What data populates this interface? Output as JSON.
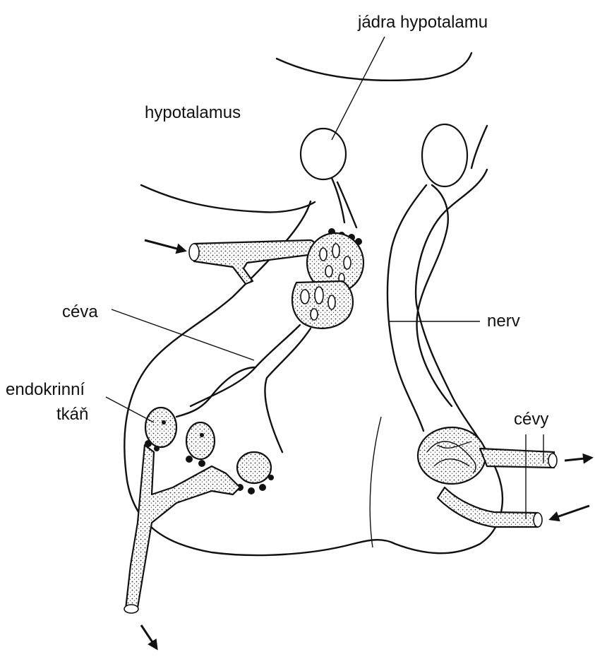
{
  "labels": {
    "jadra_hypotalamu": "jádra hypotalamu",
    "hypotalamus": "hypotalamus",
    "ceva": "céva",
    "nerv": "nerv",
    "endokrinni": "endokrinní",
    "tkan": "tkáň",
    "cevy": "cévy"
  },
  "colors": {
    "ink": "#111111",
    "paper": "#ffffff"
  }
}
